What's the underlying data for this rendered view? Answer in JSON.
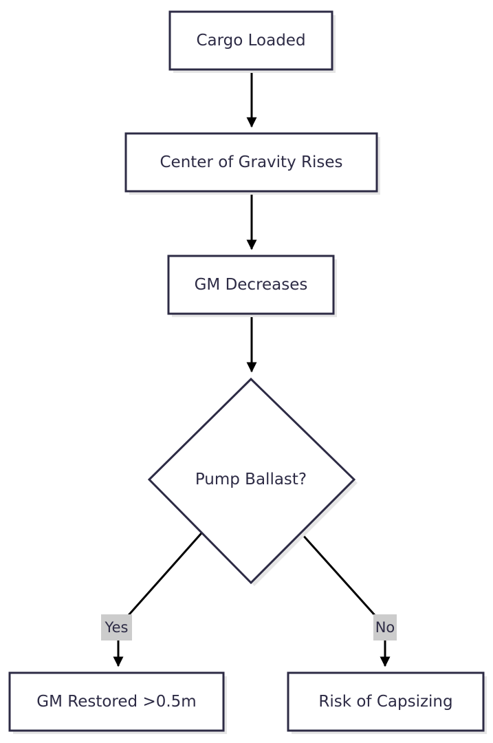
{
  "diagram": {
    "type": "flowchart",
    "colors": {
      "node_fill": "#ffffff",
      "node_stroke": "#2d2b45",
      "node_shadow": "#e6e6e6",
      "edge": "#000000",
      "text": "#2d2b45",
      "edge_label_bg": "#cccccc"
    },
    "nodes": {
      "cargo_loaded": "Cargo Loaded",
      "cog_rises": "Center of Gravity Rises",
      "gm_decreases": "GM Decreases",
      "pump_ballast": "Pump Ballast?",
      "gm_restored": "GM Restored >0.5m",
      "risk_capsizing": "Risk of Capsizing"
    },
    "edges": [
      {
        "from": "cargo_loaded",
        "to": "cog_rises",
        "label": ""
      },
      {
        "from": "cog_rises",
        "to": "gm_decreases",
        "label": ""
      },
      {
        "from": "gm_decreases",
        "to": "pump_ballast",
        "label": ""
      },
      {
        "from": "pump_ballast",
        "to": "gm_restored",
        "label": "Yes"
      },
      {
        "from": "pump_ballast",
        "to": "risk_capsizing",
        "label": "No"
      }
    ],
    "edge_labels": {
      "yes": "Yes",
      "no": "No"
    }
  }
}
